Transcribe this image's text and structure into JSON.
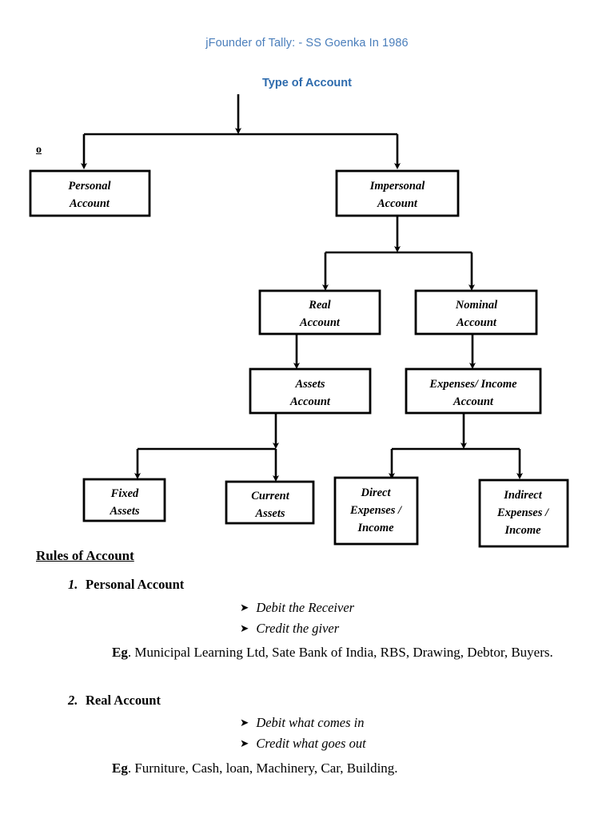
{
  "document": {
    "title": "jFounder of Tally: - SS Goenka In 1986",
    "chart_title": "Type of Account",
    "stray_marker": "o",
    "accent_color": "#4a7ebb",
    "chart_title_color": "#2e6bad"
  },
  "flowchart": {
    "type": "tree-diagram",
    "nodes": [
      {
        "id": "personal",
        "label_line1": "Personal",
        "label_line2": "Account",
        "label_line3": ""
      },
      {
        "id": "impersonal",
        "label_line1": "Impersonal",
        "label_line2": "Account",
        "label_line3": ""
      },
      {
        "id": "real",
        "label_line1": "Real",
        "label_line2": "Account",
        "label_line3": ""
      },
      {
        "id": "nominal",
        "label_line1": "Nominal",
        "label_line2": "Account",
        "label_line3": ""
      },
      {
        "id": "assets",
        "label_line1": "Assets",
        "label_line2": "Account",
        "label_line3": ""
      },
      {
        "id": "expinc",
        "label_line1": "Expenses/ Income",
        "label_line2": "Account",
        "label_line3": ""
      },
      {
        "id": "fixed",
        "label_line1": "Fixed",
        "label_line2": "Assets",
        "label_line3": ""
      },
      {
        "id": "current",
        "label_line1": "Current",
        "label_line2": "Assets",
        "label_line3": ""
      },
      {
        "id": "direct",
        "label_line1": "Direct",
        "label_line2": "Expenses /",
        "label_line3": "Income"
      },
      {
        "id": "indirect",
        "label_line1": "Indirect",
        "label_line2": "Expenses /",
        "label_line3": "Income"
      }
    ]
  },
  "rules": {
    "heading": "Rules of Account",
    "items": [
      {
        "number": "1.",
        "title": "Personal Account",
        "bullets": [
          "Debit the Receiver",
          "Credit the giver"
        ],
        "eg_label": "Eg",
        "eg_text": ". Municipal Learning Ltd, Sate Bank of India, RBS, Drawing, Debtor, Buyers."
      },
      {
        "number": "2.",
        "title": "Real Account",
        "bullets": [
          "Debit what comes in",
          "Credit what goes out"
        ],
        "eg_label": "Eg",
        "eg_text": ".  Furniture, Cash, loan, Machinery, Car, Building."
      }
    ],
    "bullet_glyph": "➤"
  }
}
